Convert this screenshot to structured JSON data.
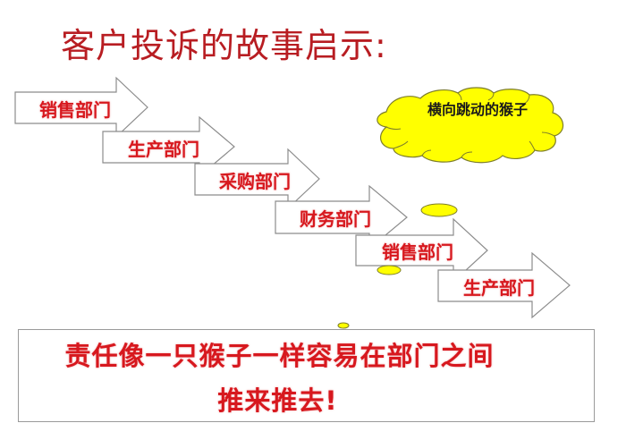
{
  "slide": {
    "title": "客户投诉的故事启示:",
    "colors": {
      "title": "#b81d22",
      "arrow_text": "#d7181e",
      "arrow_outline": "#8c8c8c",
      "cloud_fill": "#ffff00",
      "cloud_stroke": "#8a8a2a",
      "box_border": "#9a9a9a"
    }
  },
  "arrows": [
    {
      "label": "销售部门"
    },
    {
      "label": "生产部门"
    },
    {
      "label": "采购部门"
    },
    {
      "label": "财务部门"
    },
    {
      "label": "销售部门"
    },
    {
      "label": "生产部门"
    }
  ],
  "cloud": {
    "label": "横向跳动的猴子"
  },
  "message": {
    "line1": "责任像一只猴子一样容易在部门之间",
    "line2": "推来推去!"
  }
}
